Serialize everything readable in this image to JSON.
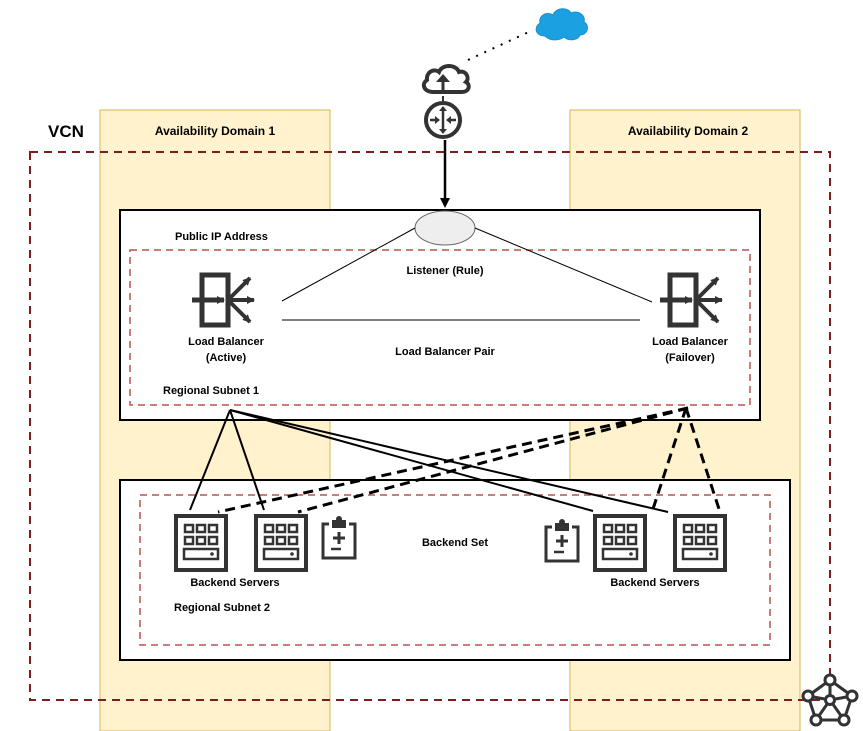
{
  "vcn": {
    "label": "VCN"
  },
  "availability_domains": [
    {
      "label": "Availability Domain 1"
    },
    {
      "label": "Availability Domain 2"
    }
  ],
  "public_subnet": {
    "public_ip_label": "Public IP Address",
    "listener_label": "Listener (Rule)",
    "pair_label": "Load Balancer Pair",
    "subnet_label": "Regional Subnet 1",
    "load_balancers": [
      {
        "line1": "Load Balancer",
        "line2": "(Active)",
        "icon": "load-balancer-icon"
      },
      {
        "line1": "Load Balancer",
        "line2": "(Failover)",
        "icon": "load-balancer-icon"
      }
    ]
  },
  "backend_subnet": {
    "backend_set_label": "Backend Set",
    "subnet_label": "Regional Subnet 2",
    "server_groups": [
      {
        "label": "Backend Servers"
      },
      {
        "label": "Backend Servers"
      }
    ]
  },
  "icons": {
    "internet": "cloud-icon",
    "internet_gateway": "cloud-upload-icon",
    "router": "router-icon",
    "health_check": "clipboard-icon",
    "server": "server-icon",
    "vcn_network": "network-pentagon-icon"
  },
  "colors": {
    "availability_domain_fill": "#fff2cc",
    "availability_domain_border": "#d6b656",
    "vcn_border": "#7f1d1d",
    "subnet_border": "#b85450",
    "cloud_fill": "#1ba1e2",
    "icon": "#333333"
  }
}
